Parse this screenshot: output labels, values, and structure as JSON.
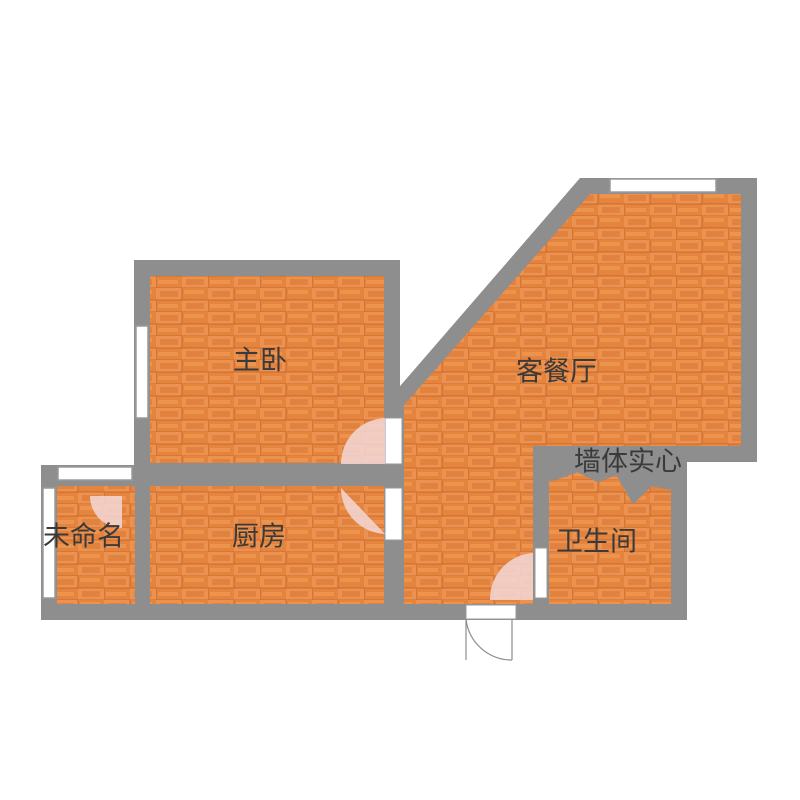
{
  "rooms": {
    "master_bedroom": "主卧",
    "living_dining": "客餐厅",
    "kitchen": "厨房",
    "unnamed": "未命名",
    "bathroom": "卫生间",
    "solid_wall": "墙体实心"
  },
  "colors": {
    "wall": "#8e8e8e",
    "floor_light": "#ea8e45",
    "floor_dark": "#c8642a",
    "floor_seam": "#b65a22",
    "door_swing": "#f3d7d7",
    "text": "#3a3a3a"
  },
  "icons": [
    "door-swing-icon",
    "window-icon"
  ]
}
